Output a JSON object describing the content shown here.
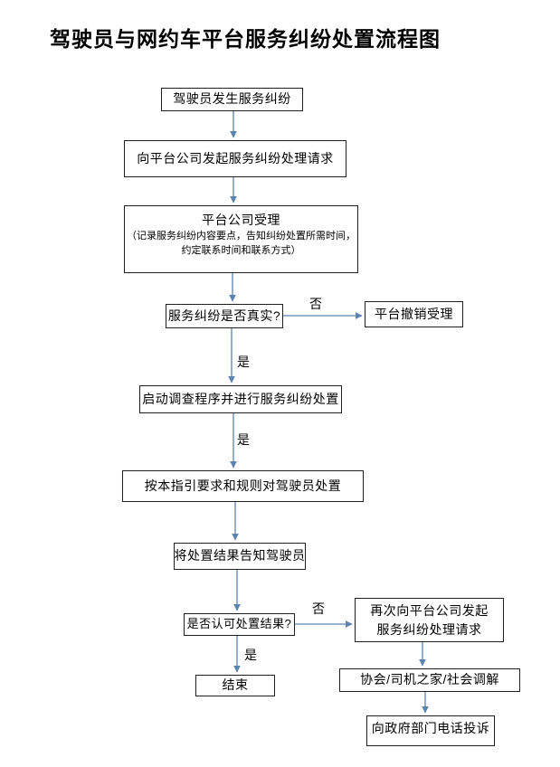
{
  "title": "驾驶员与网约车平台服务纠纷处置流程图",
  "colors": {
    "arrow": "#5b83b0",
    "box_border": "#1f1f1f",
    "background": "#ffffff",
    "text": "#000000"
  },
  "nodes": {
    "start": {
      "text": "驾驶员发生服务纠纷"
    },
    "request": {
      "text": "向平台公司发起服务纠纷处理请求"
    },
    "accept": {
      "title": "平台公司受理",
      "sub": [
        "（记录服务纠纷内容要点，告知纠纷处置所需时间，",
        "约定联系时间和联系方式）"
      ]
    },
    "verify": {
      "text": "服务纠纷是否真实?"
    },
    "cancel": {
      "text": "平台撤销受理"
    },
    "investigate": {
      "text": "启动调查程序并进行服务纠纷处置"
    },
    "handle": {
      "text": "按本指引要求和规则对驾驶员处置"
    },
    "notify": {
      "text": "将处置结果告知驾驶员"
    },
    "confirm": {
      "text": "是否认可处置结果?"
    },
    "again": {
      "lines": [
        "再次向平台公司发起",
        "服务纠纷处理请求"
      ]
    },
    "end": {
      "text": "结束"
    },
    "mediation": {
      "text": "协会/司机之家/社会调解"
    },
    "complaint": {
      "text": "向政府部门电话投诉"
    }
  },
  "edge_labels": {
    "verify_no": "否",
    "verify_yes": "是",
    "investigate_yes": "是",
    "confirm_no": "否",
    "confirm_yes": "是"
  }
}
